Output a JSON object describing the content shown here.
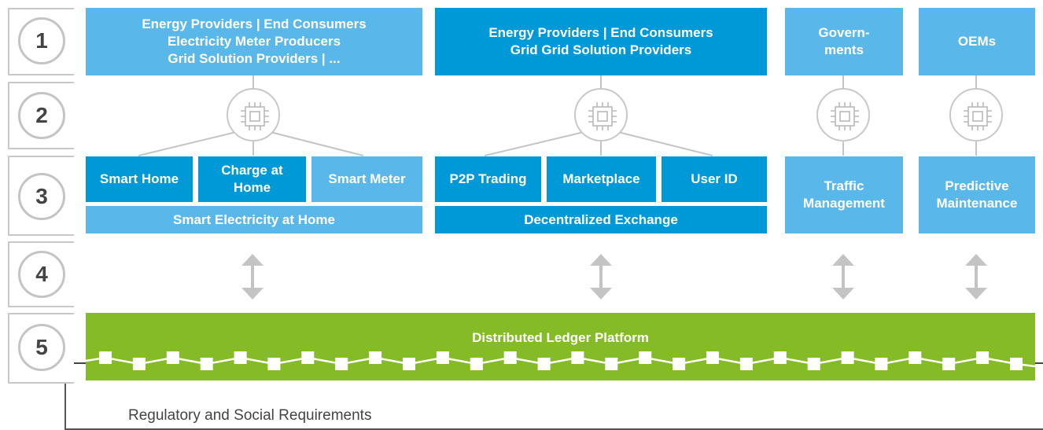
{
  "levels": [
    "1",
    "2",
    "3",
    "4",
    "5"
  ],
  "stakeholders": {
    "home": "Energy Providers | End Consumers\nElectricity Meter Producers\nGrid Solution Providers | ...",
    "exchange": "Energy Providers | End Consumers\nGrid Grid Solution Providers",
    "governments": "Govern-\nments",
    "oems": "OEMs"
  },
  "apps": {
    "smart_home": "Smart Home",
    "charge_at_home": "Charge at\nHome",
    "smart_meter": "Smart Meter",
    "smart_electricity": "Smart Electricity at Home",
    "p2p_trading": "P2P Trading",
    "marketplace": "Marketplace",
    "user_id": "User ID",
    "decentralized_exchange": "Decentralized Exchange",
    "traffic_management": "Traffic\nManagement",
    "predictive_maintenance": "Predictive\nMaintenance"
  },
  "ledger": {
    "title": "Distributed Ledger Platform"
  },
  "requirements": "Regulatory and Social Requirements",
  "colors": {
    "light_blue": "#5ab7ea",
    "dark_blue": "#0099d8",
    "green": "#84bb26",
    "grey": "#c4c4c4"
  },
  "icons": [
    "chip-icon",
    "double-arrow-icon"
  ]
}
